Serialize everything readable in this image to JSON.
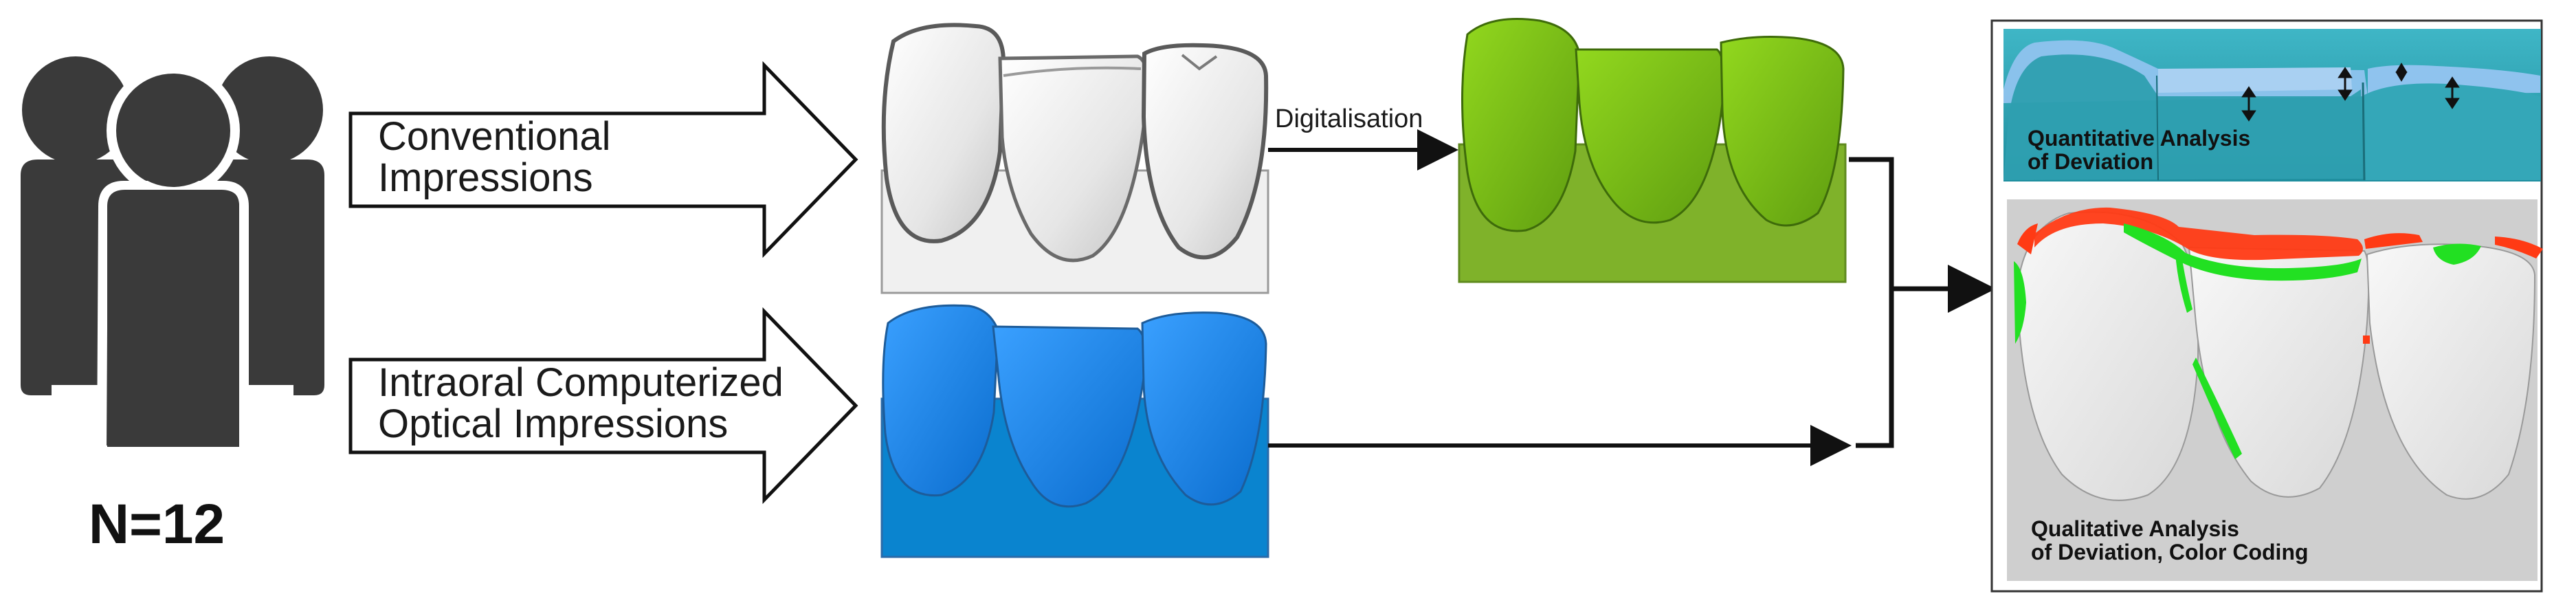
{
  "participants": {
    "count_label": "N=12"
  },
  "branches": {
    "conventional": {
      "line1": "Conventional",
      "line2": "Impressions"
    },
    "intraoral": {
      "line1": "Intraoral Computerized",
      "line2": "Optical Impressions"
    }
  },
  "process": {
    "digitalisation_label": "Digitalisation"
  },
  "results": {
    "quantitative": {
      "line1": "Quantitative Analysis",
      "line2": "of Deviation"
    },
    "qualitative": {
      "line1": "Qualitative Analysis",
      "line2": "of Deviation, Color Coding"
    }
  },
  "colors": {
    "people": "#3a3a3a",
    "plaster_model": "#ededed",
    "scan_blue": "#1a86e0",
    "digital_green": "#7ec01c",
    "overlay_teal": "#2fa3b4",
    "overlay_blue": "#8fc3ee",
    "deviation_red": "#ff3a14",
    "deviation_green": "#22e022",
    "color_coded_base": "#e6e6e6"
  }
}
